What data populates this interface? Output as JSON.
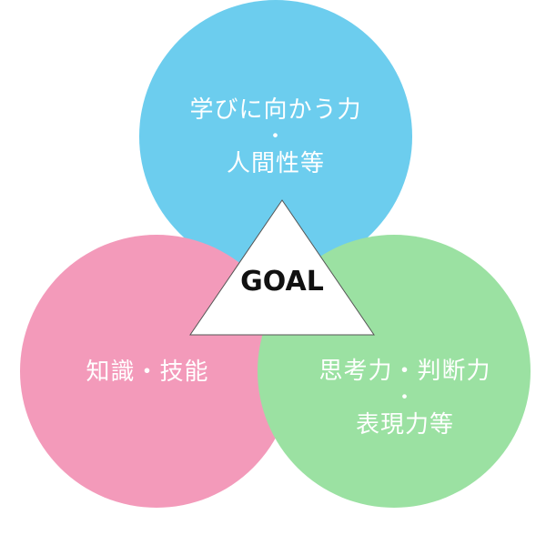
{
  "circles": {
    "top": {
      "line1": "学びに向かう力",
      "dot": "・",
      "line2": "人間性等",
      "color": "#6ccdee"
    },
    "left": {
      "text": "知識・技能",
      "color": "#f39aba"
    },
    "right": {
      "line1": "思考力・判断力",
      "dot": "・",
      "line2": "表現力等",
      "color": "#9be1a2"
    }
  },
  "center": {
    "label": "GOAL",
    "fill": "#ffffff",
    "stroke": "#555555"
  }
}
